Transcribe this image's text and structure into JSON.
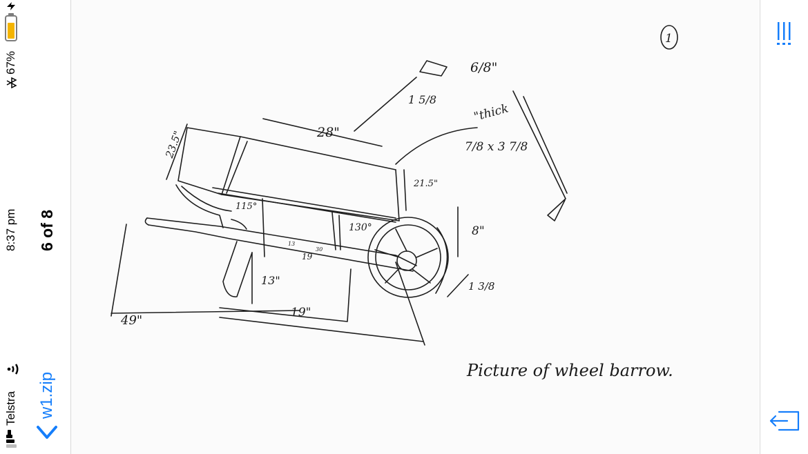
{
  "status_bar": {
    "carrier": "Telstra",
    "time": "8:37 pm",
    "battery_percent": "67%",
    "battery_level": 0.67
  },
  "nav": {
    "back_label": "w1.zip",
    "page_indicator": "6 of 8"
  },
  "colors": {
    "accent": "#157efb",
    "battery": "#f4b400"
  },
  "document": {
    "page_number": "1",
    "caption": "Picture of wheel barrow.",
    "dimensions": {
      "top_length": "28\"",
      "height_front": "23.5\"",
      "angle_left": "115°",
      "angle_right": "130°",
      "height_right": "21.5\"",
      "thick_label": "\"thick",
      "board_size": "7/8 x 3 7/8",
      "piece_a": "1 5/8",
      "piece_b": "6/8\"",
      "wheel_height": "8\"",
      "axle_width": "1 3/8",
      "leg_height": "13\"",
      "span_19": "19\"",
      "handle_length": "49\"",
      "inner_13": "13",
      "inner_30": "30",
      "inner_19": "19"
    }
  },
  "icons": [
    "bluetooth-icon",
    "battery-icon",
    "charging-icon",
    "wifi-icon",
    "signal-icon",
    "back-chevron-icon",
    "grid-icon",
    "share-icon"
  ]
}
